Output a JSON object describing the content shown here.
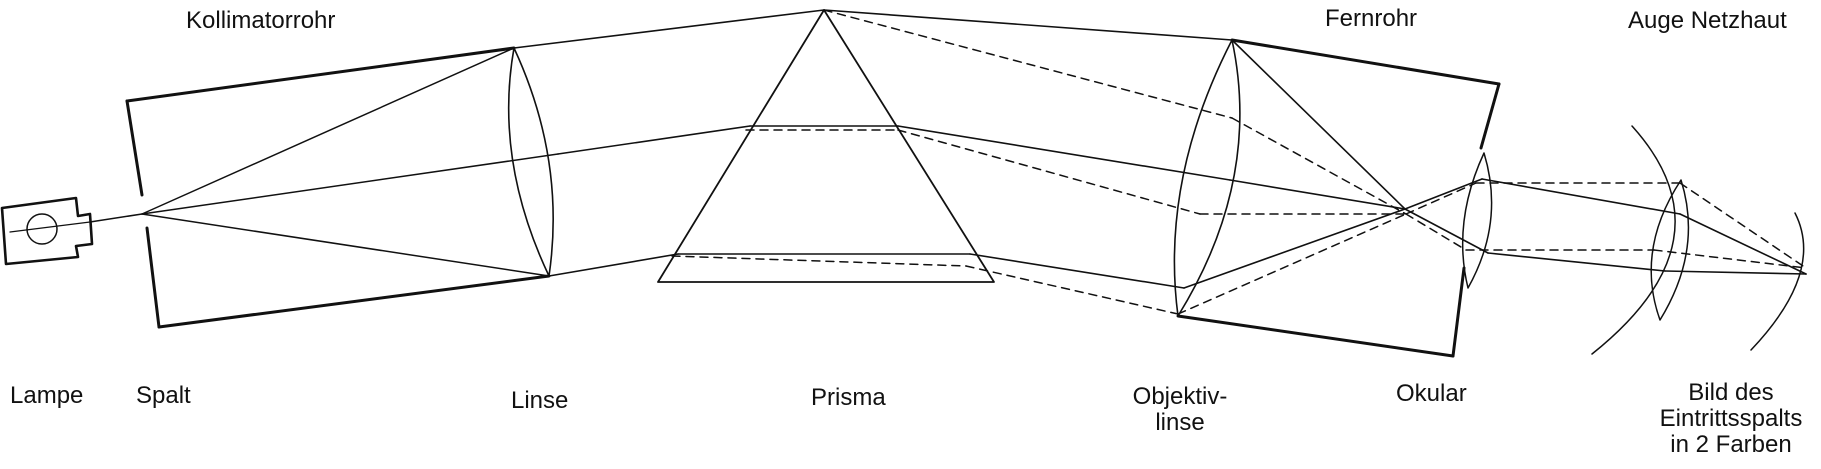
{
  "labels": {
    "kollimatorrohr": "Kollimatorrohr",
    "fernrohr": "Fernrohr",
    "auge_netzhaut": "Auge Netzhaut",
    "lampe": "Lampe",
    "spalt": "Spalt",
    "linse": "Linse",
    "prisma": "Prisma",
    "objektivlinse": "Objektiv-\nlinse",
    "okular": "Okular",
    "bild": "Bild des\nEintrittsspalts\nin 2 Farben"
  }
}
